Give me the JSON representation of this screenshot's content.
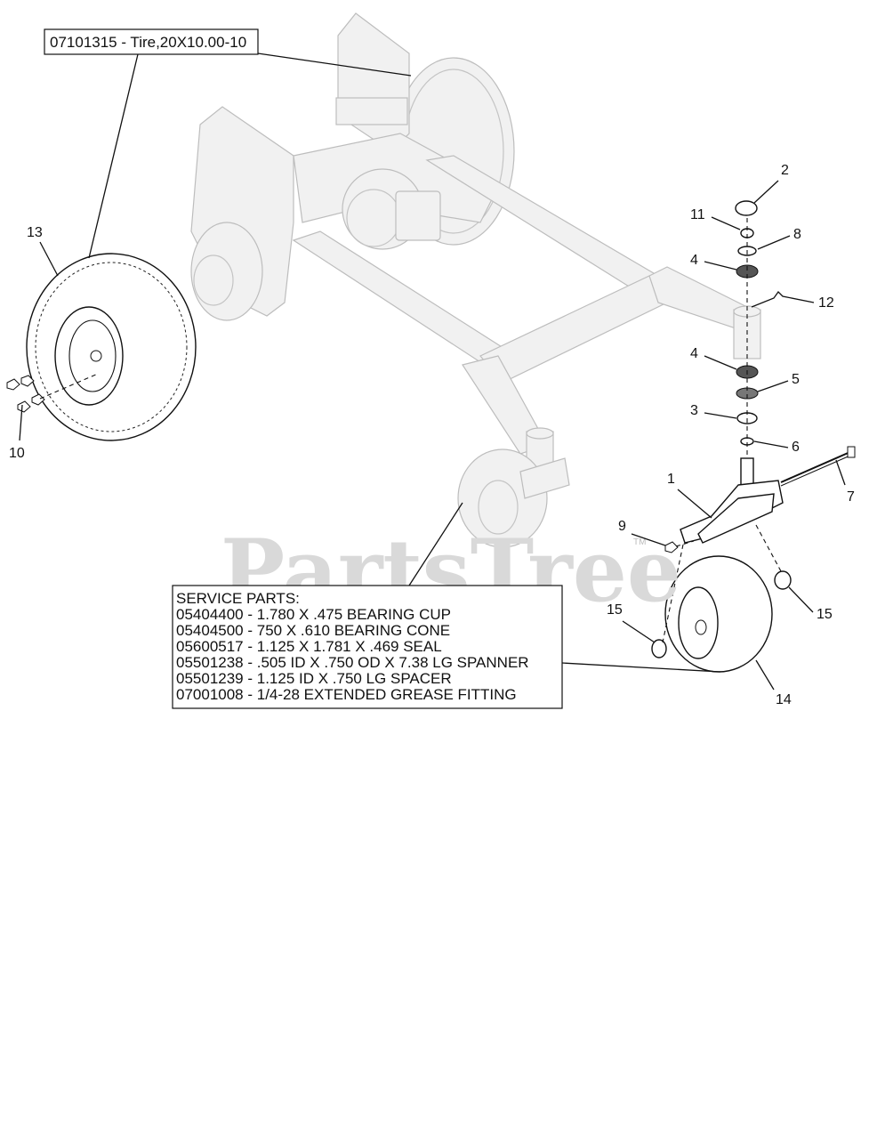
{
  "watermark": {
    "text": "PartsTree",
    "tm": "TM"
  },
  "tire_callout": "07101315 - Tire,20X10.00-10",
  "service_parts": {
    "heading": "SERVICE PARTS:",
    "lines": [
      "05404400 - 1.780 X .475 BEARING CUP",
      "05404500 - 750 X .610 BEARING CONE",
      "05600517 - 1.125 X 1.781 X .469 SEAL",
      "05501238 - .505 ID X .750 OD X 7.38 LG SPANNER",
      "05501239 - 1.125 ID X .750 LG SPACER",
      "07001008 - 1/4-28 EXTENDED GREASE FITTING"
    ]
  },
  "callouts": {
    "c1": "1",
    "c2": "2",
    "c3": "3",
    "c4a": "4",
    "c4b": "4",
    "c5": "5",
    "c6": "6",
    "c7": "7",
    "c8": "8",
    "c9": "9",
    "c10": "10",
    "c11": "11",
    "c12": "12",
    "c13": "13",
    "c14": "14",
    "c15a": "15",
    "c15b": "15"
  }
}
